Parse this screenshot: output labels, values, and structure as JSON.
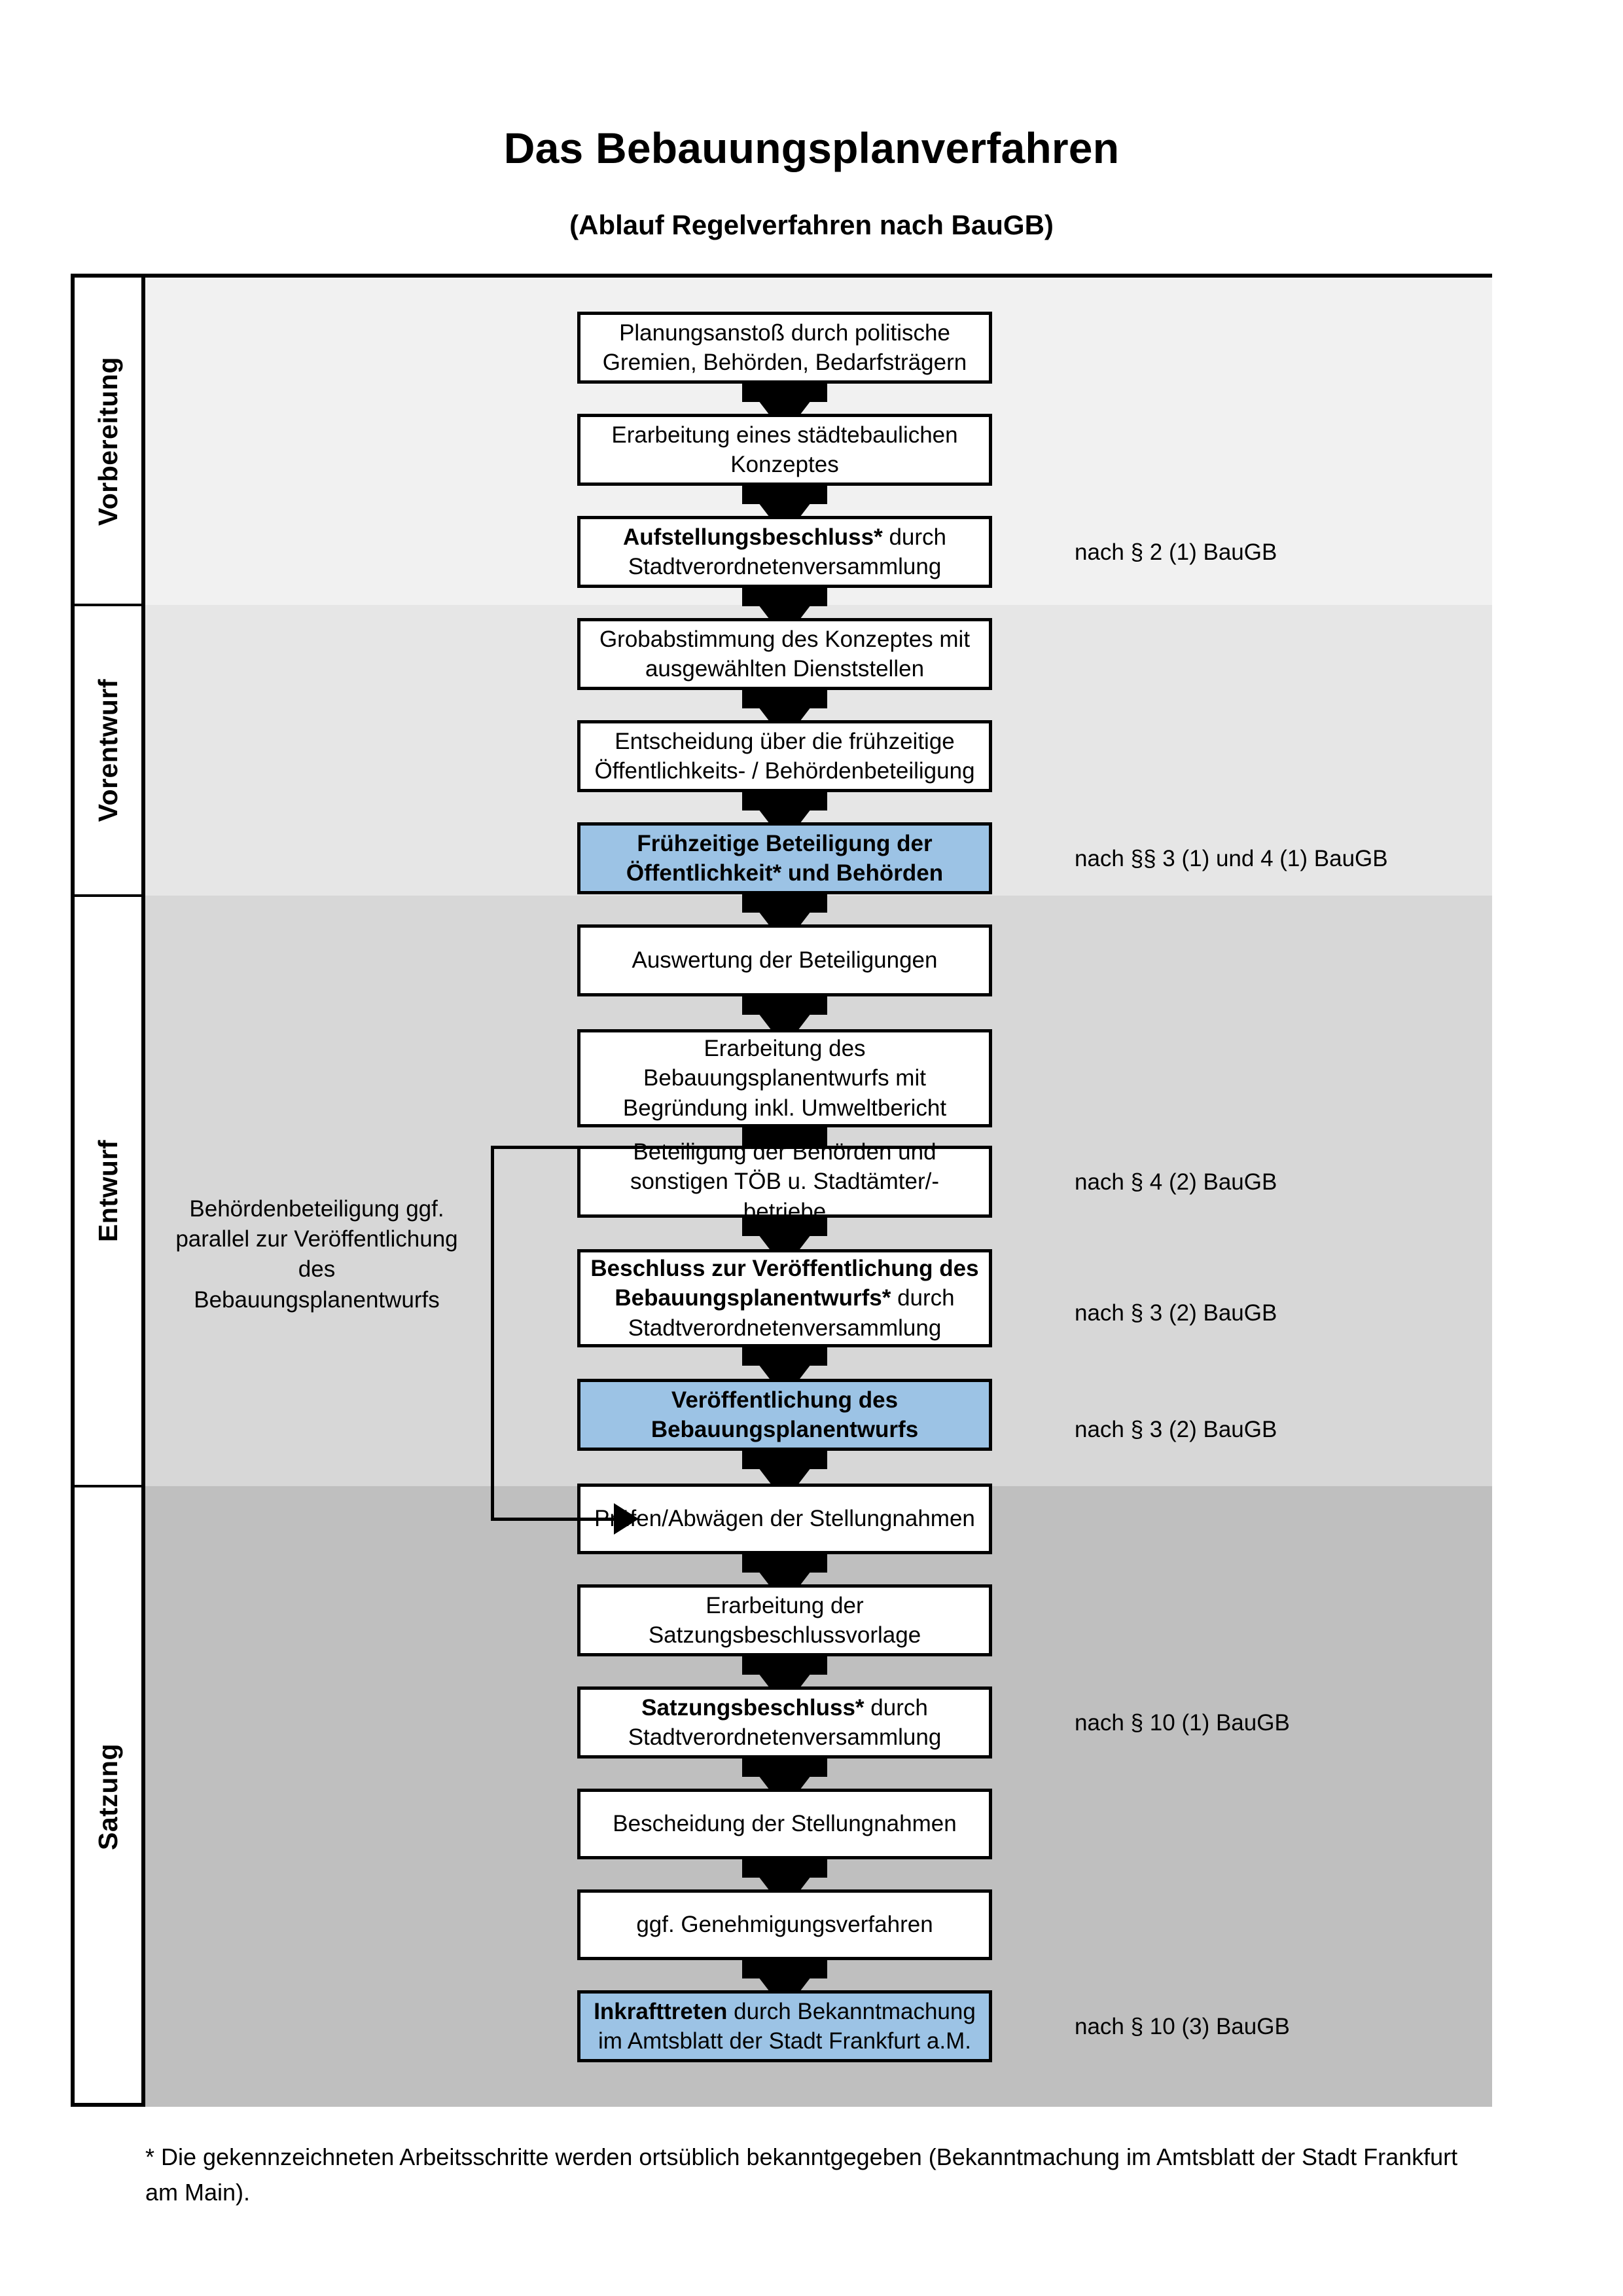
{
  "header": {
    "title": "Das Bebauungsplanverfahren",
    "subtitle": "(Ablauf Regelverfahren nach BauGB)"
  },
  "phases": [
    {
      "key": "vorbereitung",
      "label": "Vorbereitung",
      "band_color": "#F1F1F1"
    },
    {
      "key": "vorentwurf",
      "label": "Vorentwurf",
      "band_color": "#E6E6E6"
    },
    {
      "key": "entwurf",
      "label": "Entwurf",
      "band_color": "#D7D7D7"
    },
    {
      "key": "satzung",
      "label": "Satzung",
      "band_color": "#BFBFBF"
    }
  ],
  "steps": [
    {
      "id": "s1",
      "phase": "vorbereitung",
      "text": "Planungsanstoß durch politische Gremien, Behörden, Bedarfsträgern",
      "bold_prefix": "",
      "highlight": false
    },
    {
      "id": "s2",
      "phase": "vorbereitung",
      "text": "Erarbeitung eines städtebaulichen Konzeptes",
      "bold_prefix": "",
      "highlight": false
    },
    {
      "id": "s3",
      "phase": "vorbereitung",
      "text": "durch Stadtverordnetenversammlung",
      "bold_prefix": "Aufstellungsbeschluss*",
      "highlight": false
    },
    {
      "id": "s4",
      "phase": "vorentwurf",
      "text": "Grobabstimmung des Konzeptes mit ausgewählten Dienststellen",
      "bold_prefix": "",
      "highlight": false
    },
    {
      "id": "s5",
      "phase": "vorentwurf",
      "text": "Entscheidung über die frühzeitige Öffentlichkeits- / Behördenbeteiligung",
      "bold_prefix": "",
      "highlight": false
    },
    {
      "id": "s6",
      "phase": "vorentwurf",
      "text": "",
      "bold_prefix": "Frühzeitige Beteiligung der Öffentlichkeit* und Behörden",
      "highlight": true
    },
    {
      "id": "s7",
      "phase": "entwurf",
      "text": "Auswertung der Beteiligungen",
      "bold_prefix": "",
      "highlight": false
    },
    {
      "id": "s8",
      "phase": "entwurf",
      "text": "Erarbeitung des Bebauungsplanentwurfs mit Begründung inkl. Umweltbericht",
      "bold_prefix": "",
      "highlight": false
    },
    {
      "id": "s9",
      "phase": "entwurf",
      "text": "Beteiligung der Behörden und sonstigen TÖB u. Stadtämter/-betriebe",
      "bold_prefix": "",
      "highlight": false
    },
    {
      "id": "s10",
      "phase": "entwurf",
      "text": "durch Stadtverordnetenversammlung",
      "bold_prefix": "Beschluss zur Veröffentlichung des Bebauungsplanentwurfs*",
      "highlight": false
    },
    {
      "id": "s11",
      "phase": "entwurf",
      "text": "",
      "bold_prefix": "Veröffentlichung des Bebauungsplanentwurfs",
      "highlight": true
    },
    {
      "id": "s12",
      "phase": "satzung",
      "text": "Prüfen/Abwägen der Stellungnahmen",
      "bold_prefix": "",
      "highlight": false
    },
    {
      "id": "s13",
      "phase": "satzung",
      "text": "Erarbeitung der Satzungsbeschlussvorlage",
      "bold_prefix": "",
      "highlight": false
    },
    {
      "id": "s14",
      "phase": "satzung",
      "text": "durch Stadtverordnetenversammlung",
      "bold_prefix": "Satzungsbeschluss*",
      "highlight": false
    },
    {
      "id": "s15",
      "phase": "satzung",
      "text": "Bescheidung der Stellungnahmen",
      "bold_prefix": "",
      "highlight": false
    },
    {
      "id": "s16",
      "phase": "satzung",
      "text": "ggf. Genehmigungsverfahren",
      "bold_prefix": "",
      "highlight": false
    },
    {
      "id": "s17",
      "phase": "satzung",
      "text": "durch Bekanntmachung im Amtsblatt der Stadt Frankfurt a.M.",
      "bold_prefix": "Inkrafttreten",
      "highlight": true
    }
  ],
  "legal_refs": [
    {
      "id": "l1",
      "text": "nach § 2 (1) BauGB",
      "for_step": "s3"
    },
    {
      "id": "l2",
      "text": "nach §§ 3 (1) und 4 (1) BauGB",
      "for_step": "s6"
    },
    {
      "id": "l3",
      "text": "nach § 4 (2) BauGB",
      "for_step": "s9"
    },
    {
      "id": "l4",
      "text": "nach § 3 (2) BauGB",
      "for_step": "s10"
    },
    {
      "id": "l5",
      "text": "nach § 3 (2) BauGB",
      "for_step": "s11"
    },
    {
      "id": "l6",
      "text": "nach § 10 (1) BauGB",
      "for_step": "s14"
    },
    {
      "id": "l7",
      "text": "nach § 10 (3) BauGB",
      "for_step": "s17"
    }
  ],
  "side_note": {
    "text": "Behördenbeteiligung ggf. parallel zur Veröffentlichung des Bebauungsplanentwurfs"
  },
  "footnote": {
    "text": "* Die gekennzeichneten Arbeitsschritte werden ortsüblich bekanntgegeben (Bekanntmachung im Amtsblatt  der Stadt Frankfurt am Main)."
  },
  "colors": {
    "highlight_fill": "#9CC3E5",
    "border": "#000000",
    "page_background": "#FFFFFF"
  }
}
